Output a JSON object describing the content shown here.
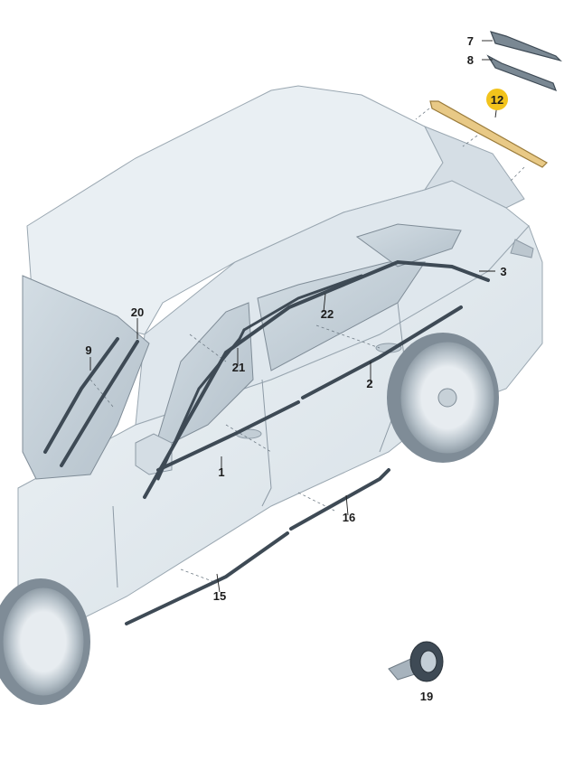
{
  "callouts": {
    "c1": "1",
    "c2": "2",
    "c3": "3",
    "c7": "7",
    "c8": "8",
    "c9": "9",
    "c12": "12",
    "c15": "15",
    "c16": "16",
    "c19": "19",
    "c20": "20",
    "c21": "21",
    "c22": "22"
  },
  "highlighted_part": "12",
  "colors": {
    "highlight": "#f2c31c",
    "car_body": "#e5ecf1",
    "car_shade": "#c9d4dc",
    "glass": "#c3ced6",
    "trim": "#3e4a55",
    "outline": "#8d9aa5"
  }
}
